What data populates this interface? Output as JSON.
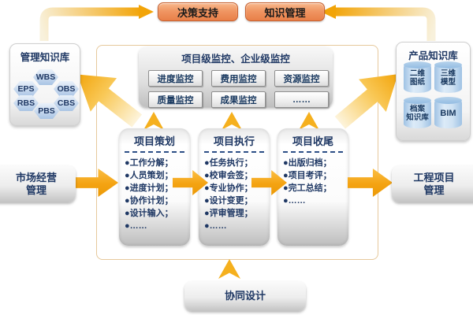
{
  "top": {
    "decision_support": "决策支持",
    "knowledge_management": "知识管理"
  },
  "left_kb": {
    "title": "管理知识库",
    "hexagons": [
      "WBS",
      "EPS",
      "OBS",
      "RBS",
      "CBS",
      "PBS"
    ]
  },
  "right_kb": {
    "title": "产品知识库",
    "cylinders": [
      "二维\n图纸",
      "三维\n模型",
      "档案\n知识库",
      "BIM"
    ]
  },
  "monitor": {
    "title": "项目级监控、企业级监控",
    "buttons": [
      "进度监控",
      "费用监控",
      "资源监控",
      "质量监控",
      "成果监控",
      "……"
    ]
  },
  "columns": [
    {
      "title": "项目策划",
      "items": [
        "●工作分解；",
        "●人员策划；",
        "●进度计划；",
        "●协作计划；",
        "●设计输入；",
        "●……"
      ]
    },
    {
      "title": "项目执行",
      "items": [
        "●任务执行；",
        "●校审会签；",
        "●专业协作；",
        "●设计变更；",
        "●评审管理；",
        "●……"
      ]
    },
    {
      "title": "项目收尾",
      "items": [
        "●出版归档；",
        "●项目考评；",
        "●完工总结；",
        "●……"
      ]
    }
  ],
  "sides": {
    "market": "市场经营\n管理",
    "engineering": "工程项目\n管理",
    "collaborative_design": "协同设计"
  },
  "colors": {
    "pill_orange": "#EE8A55",
    "arrow_yellow": "#F5A81C",
    "navy_text": "#1F3864",
    "node_blue": "#BCD2EC"
  }
}
